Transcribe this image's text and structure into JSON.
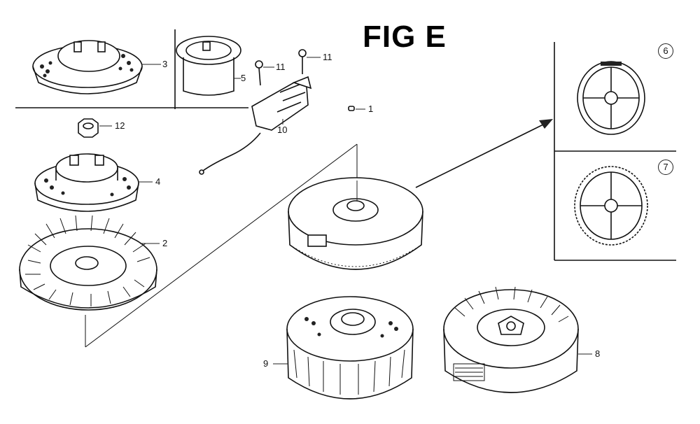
{
  "figure": {
    "title": "FIG E"
  },
  "callouts": [
    {
      "id": "p1",
      "label": "1"
    },
    {
      "id": "p2",
      "label": "2"
    },
    {
      "id": "p3",
      "label": "3"
    },
    {
      "id": "p4",
      "label": "4"
    },
    {
      "id": "p5",
      "label": "5"
    },
    {
      "id": "p6",
      "label": "6"
    },
    {
      "id": "p7",
      "label": "7"
    },
    {
      "id": "p8",
      "label": "8"
    },
    {
      "id": "p9",
      "label": "9"
    },
    {
      "id": "p10",
      "label": "10"
    },
    {
      "id": "p11a",
      "label": "11"
    },
    {
      "id": "p11b",
      "label": "11"
    },
    {
      "id": "p12",
      "label": "12"
    }
  ],
  "colors": {
    "line": "#111111",
    "background": "#ffffff"
  }
}
